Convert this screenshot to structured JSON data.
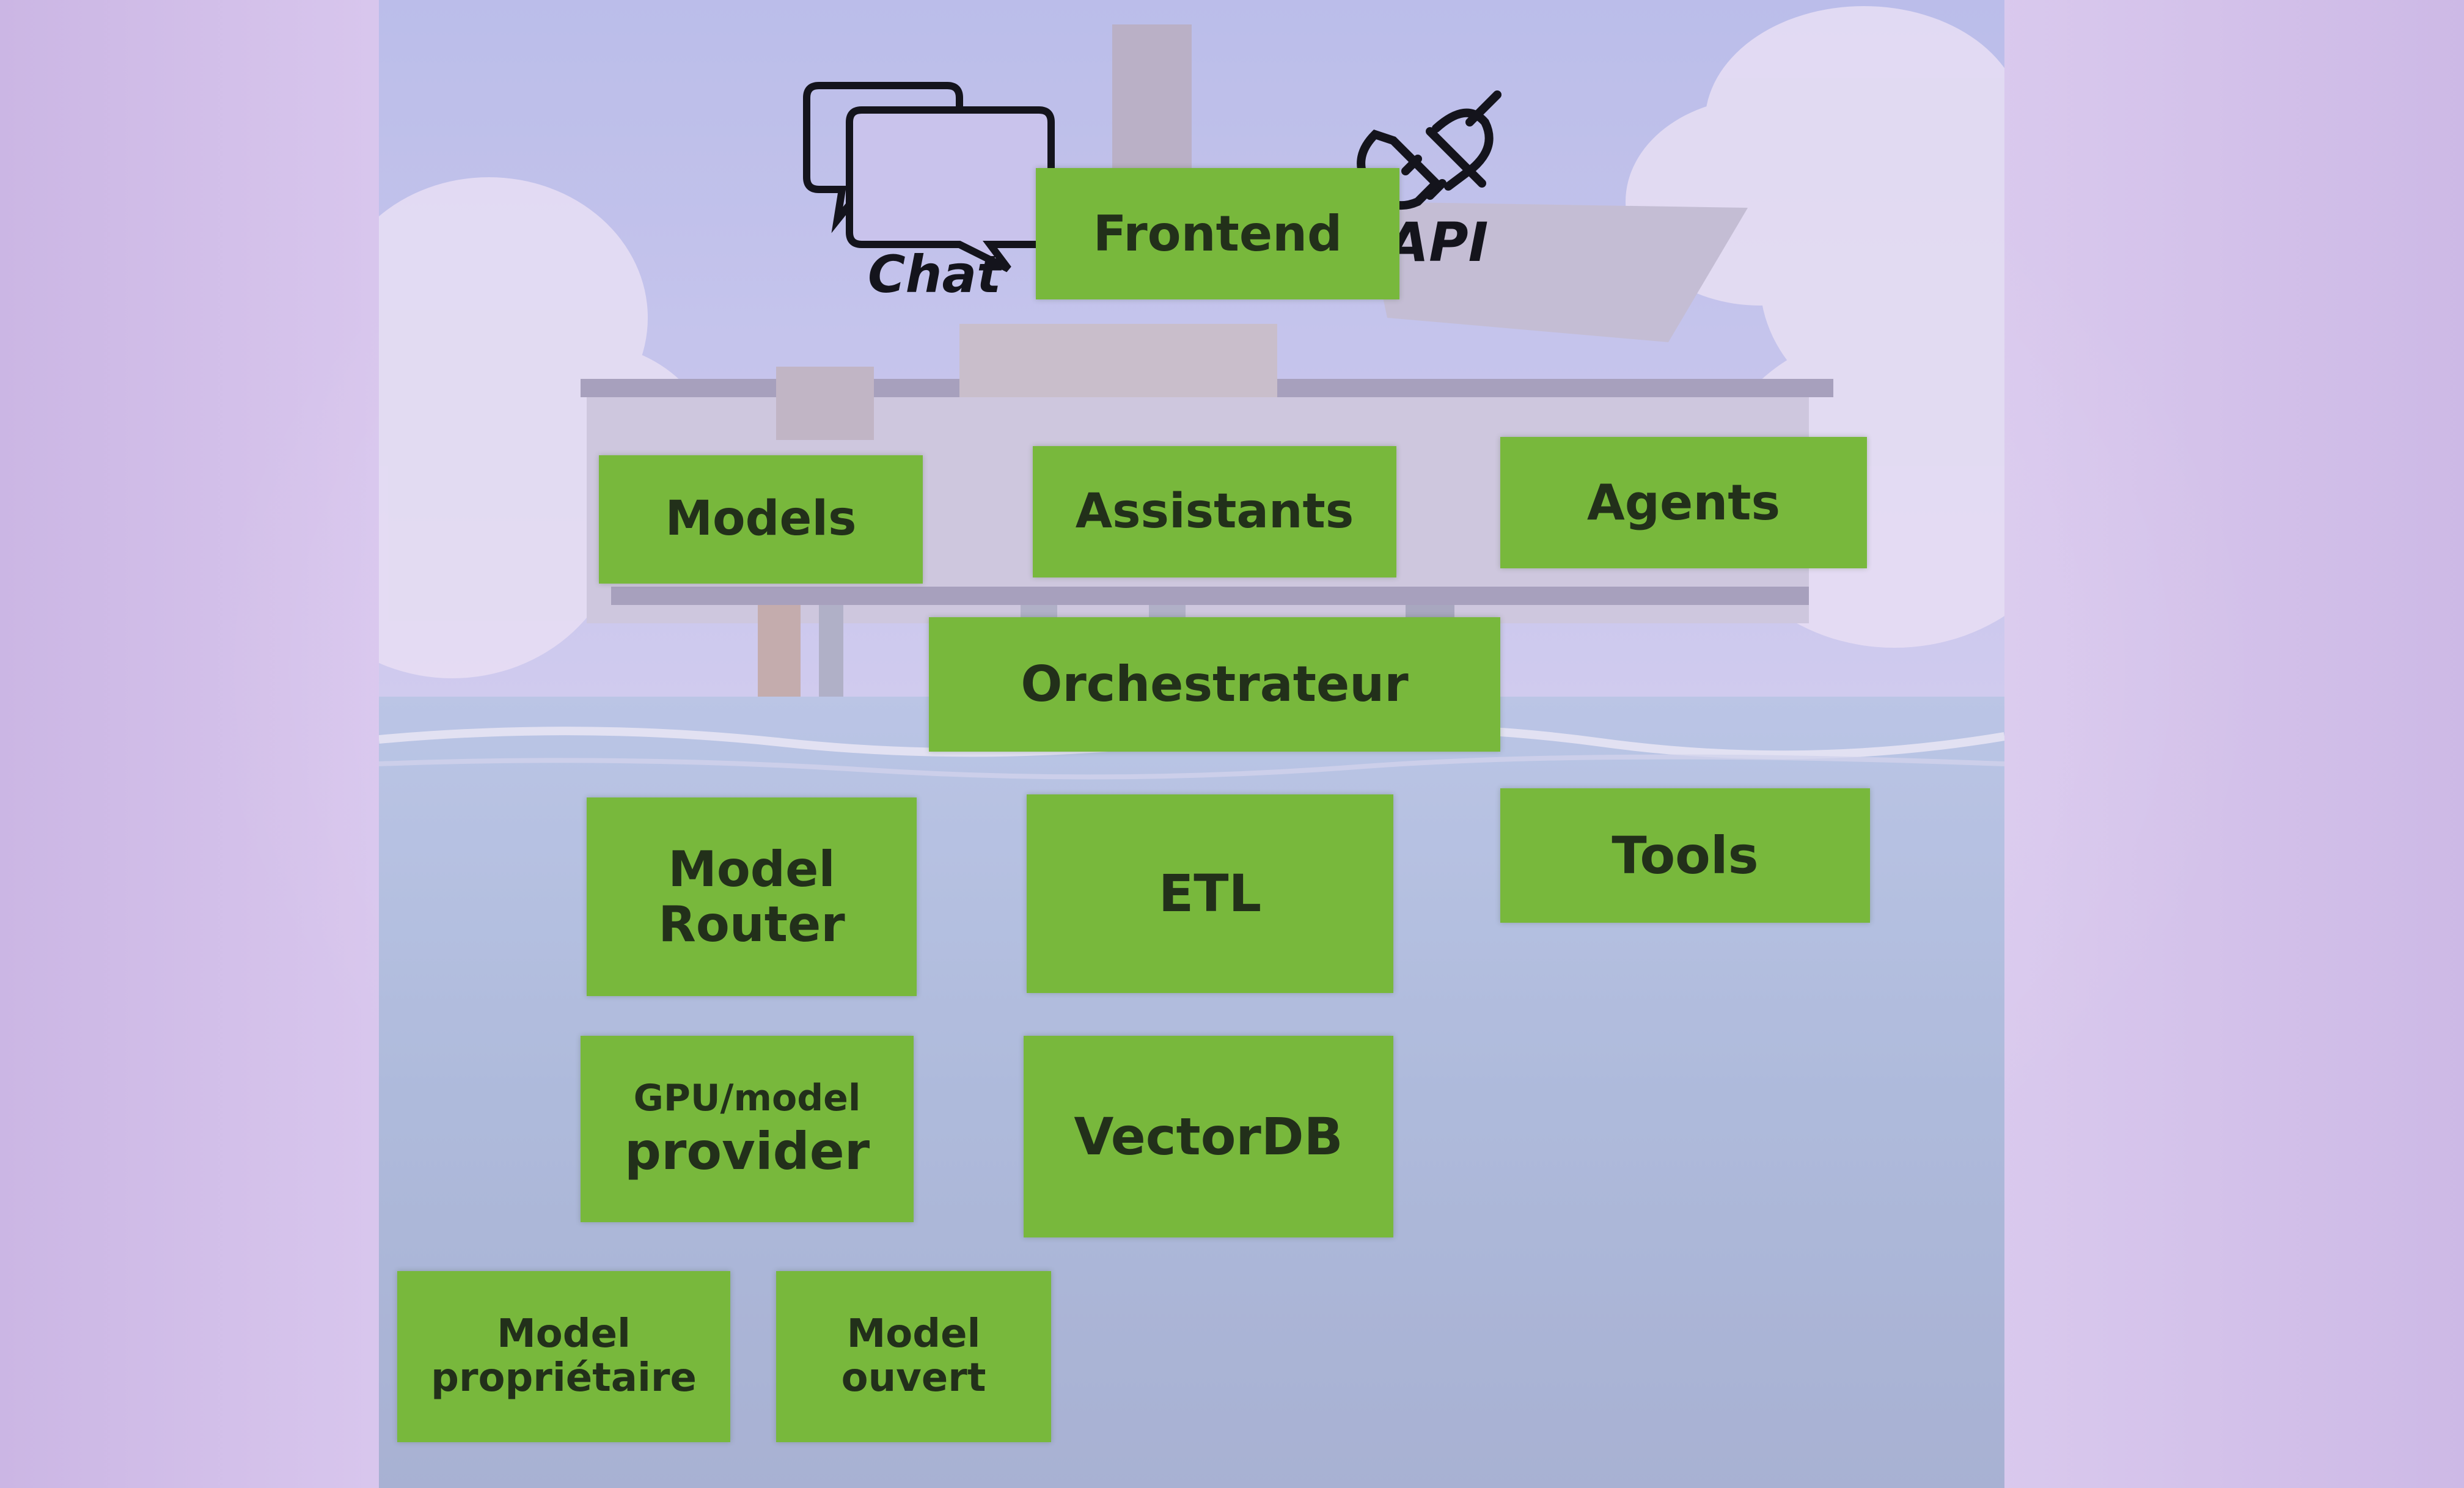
{
  "slide": {
    "top_symbols": {
      "chat_label": "Chat",
      "api_label": "API"
    },
    "boxes": {
      "frontend": "Frontend",
      "models": "Models",
      "assistants": "Assistants",
      "agents": "Agents",
      "orchestrateur": "Orchestrateur",
      "model_router": "Model\nRouter",
      "etl": "ETL",
      "tools": "Tools",
      "gpu_provider_line1": "GPU/model",
      "gpu_provider_line2": "provider",
      "vectordb": "VectorDB",
      "model_proprietaire": "Model\npropriétaire",
      "model_ouvert": "Model\nouvert"
    },
    "colors": {
      "box_green": "#78b83c",
      "box_text": "#22301a",
      "projection_tint": "#d8c8ec"
    }
  }
}
